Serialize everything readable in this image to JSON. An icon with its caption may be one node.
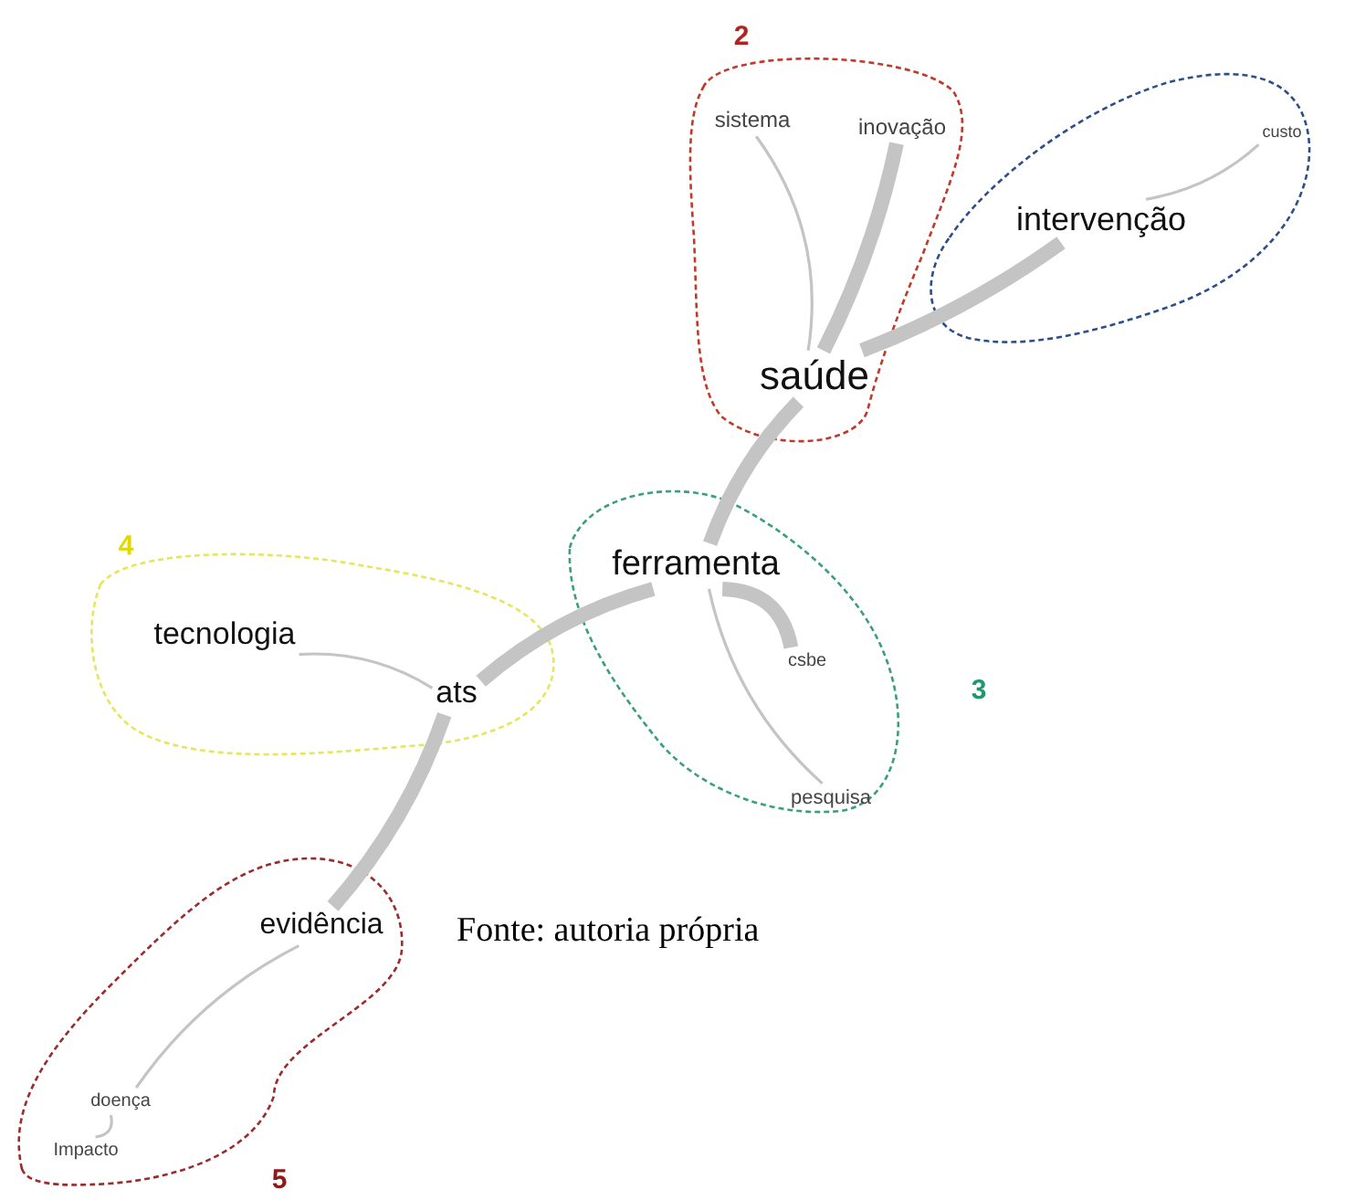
{
  "diagram": {
    "caption": "Fonte: autoria própria",
    "nodes": [
      {
        "text": [
          "2"
        ]
      },
      {
        "text": [
          "sistema"
        ],
        "in": 0
      },
      {
        "text": [
          "inovação"
        ],
        "in": 0
      },
      {
        "text": [
          "saúde"
        ],
        "in": 0
      },
      {
        "text": [],
        "shape": "blob"
      },
      {
        "text": [
          "custo"
        ],
        "in": 4
      },
      {
        "text": [
          "intervenção"
        ],
        "in": 4
      },
      {
        "text": [
          "4"
        ]
      },
      {
        "text": [
          "tecnologia"
        ],
        "in": 7
      },
      {
        "text": [
          "3"
        ]
      },
      {
        "text": [
          "ferramenta"
        ],
        "in": 9
      },
      {
        "text": [
          "csbe"
        ],
        "in": 9
      },
      {
        "text": [
          "pesquisa"
        ],
        "in": 9
      },
      {
        "text": [
          "ats"
        ],
        "in": 7
      },
      {
        "text": [
          "5"
        ]
      },
      {
        "text": [
          "evidência"
        ],
        "in": 14
      },
      {
        "text": [
          "doença"
        ],
        "in": 14
      },
      {
        "text": [
          "Impacto"
        ],
        "in": 14
      }
    ],
    "edges": [
      {
        "from": 1,
        "to": 3,
        "arrow": "none"
      },
      {
        "from": 2,
        "to": 3,
        "arrow": "none",
        "style": "thick"
      },
      {
        "from": 3,
        "to": 6,
        "arrow": "none",
        "style": "thick"
      },
      {
        "from": 6,
        "to": 5,
        "arrow": "none"
      },
      {
        "from": 3,
        "to": 10,
        "arrow": "none",
        "style": "thick"
      },
      {
        "from": 10,
        "to": 11,
        "arrow": "none",
        "style": "thick"
      },
      {
        "from": 10,
        "to": 12,
        "arrow": "none"
      },
      {
        "from": 10,
        "to": 13,
        "arrow": "none",
        "style": "thick"
      },
      {
        "from": 13,
        "to": 8,
        "arrow": "none"
      },
      {
        "from": 13,
        "to": 15,
        "arrow": "none",
        "style": "thick"
      },
      {
        "from": 15,
        "to": 16,
        "arrow": "none"
      },
      {
        "from": 16,
        "to": 17,
        "arrow": "none"
      }
    ]
  }
}
